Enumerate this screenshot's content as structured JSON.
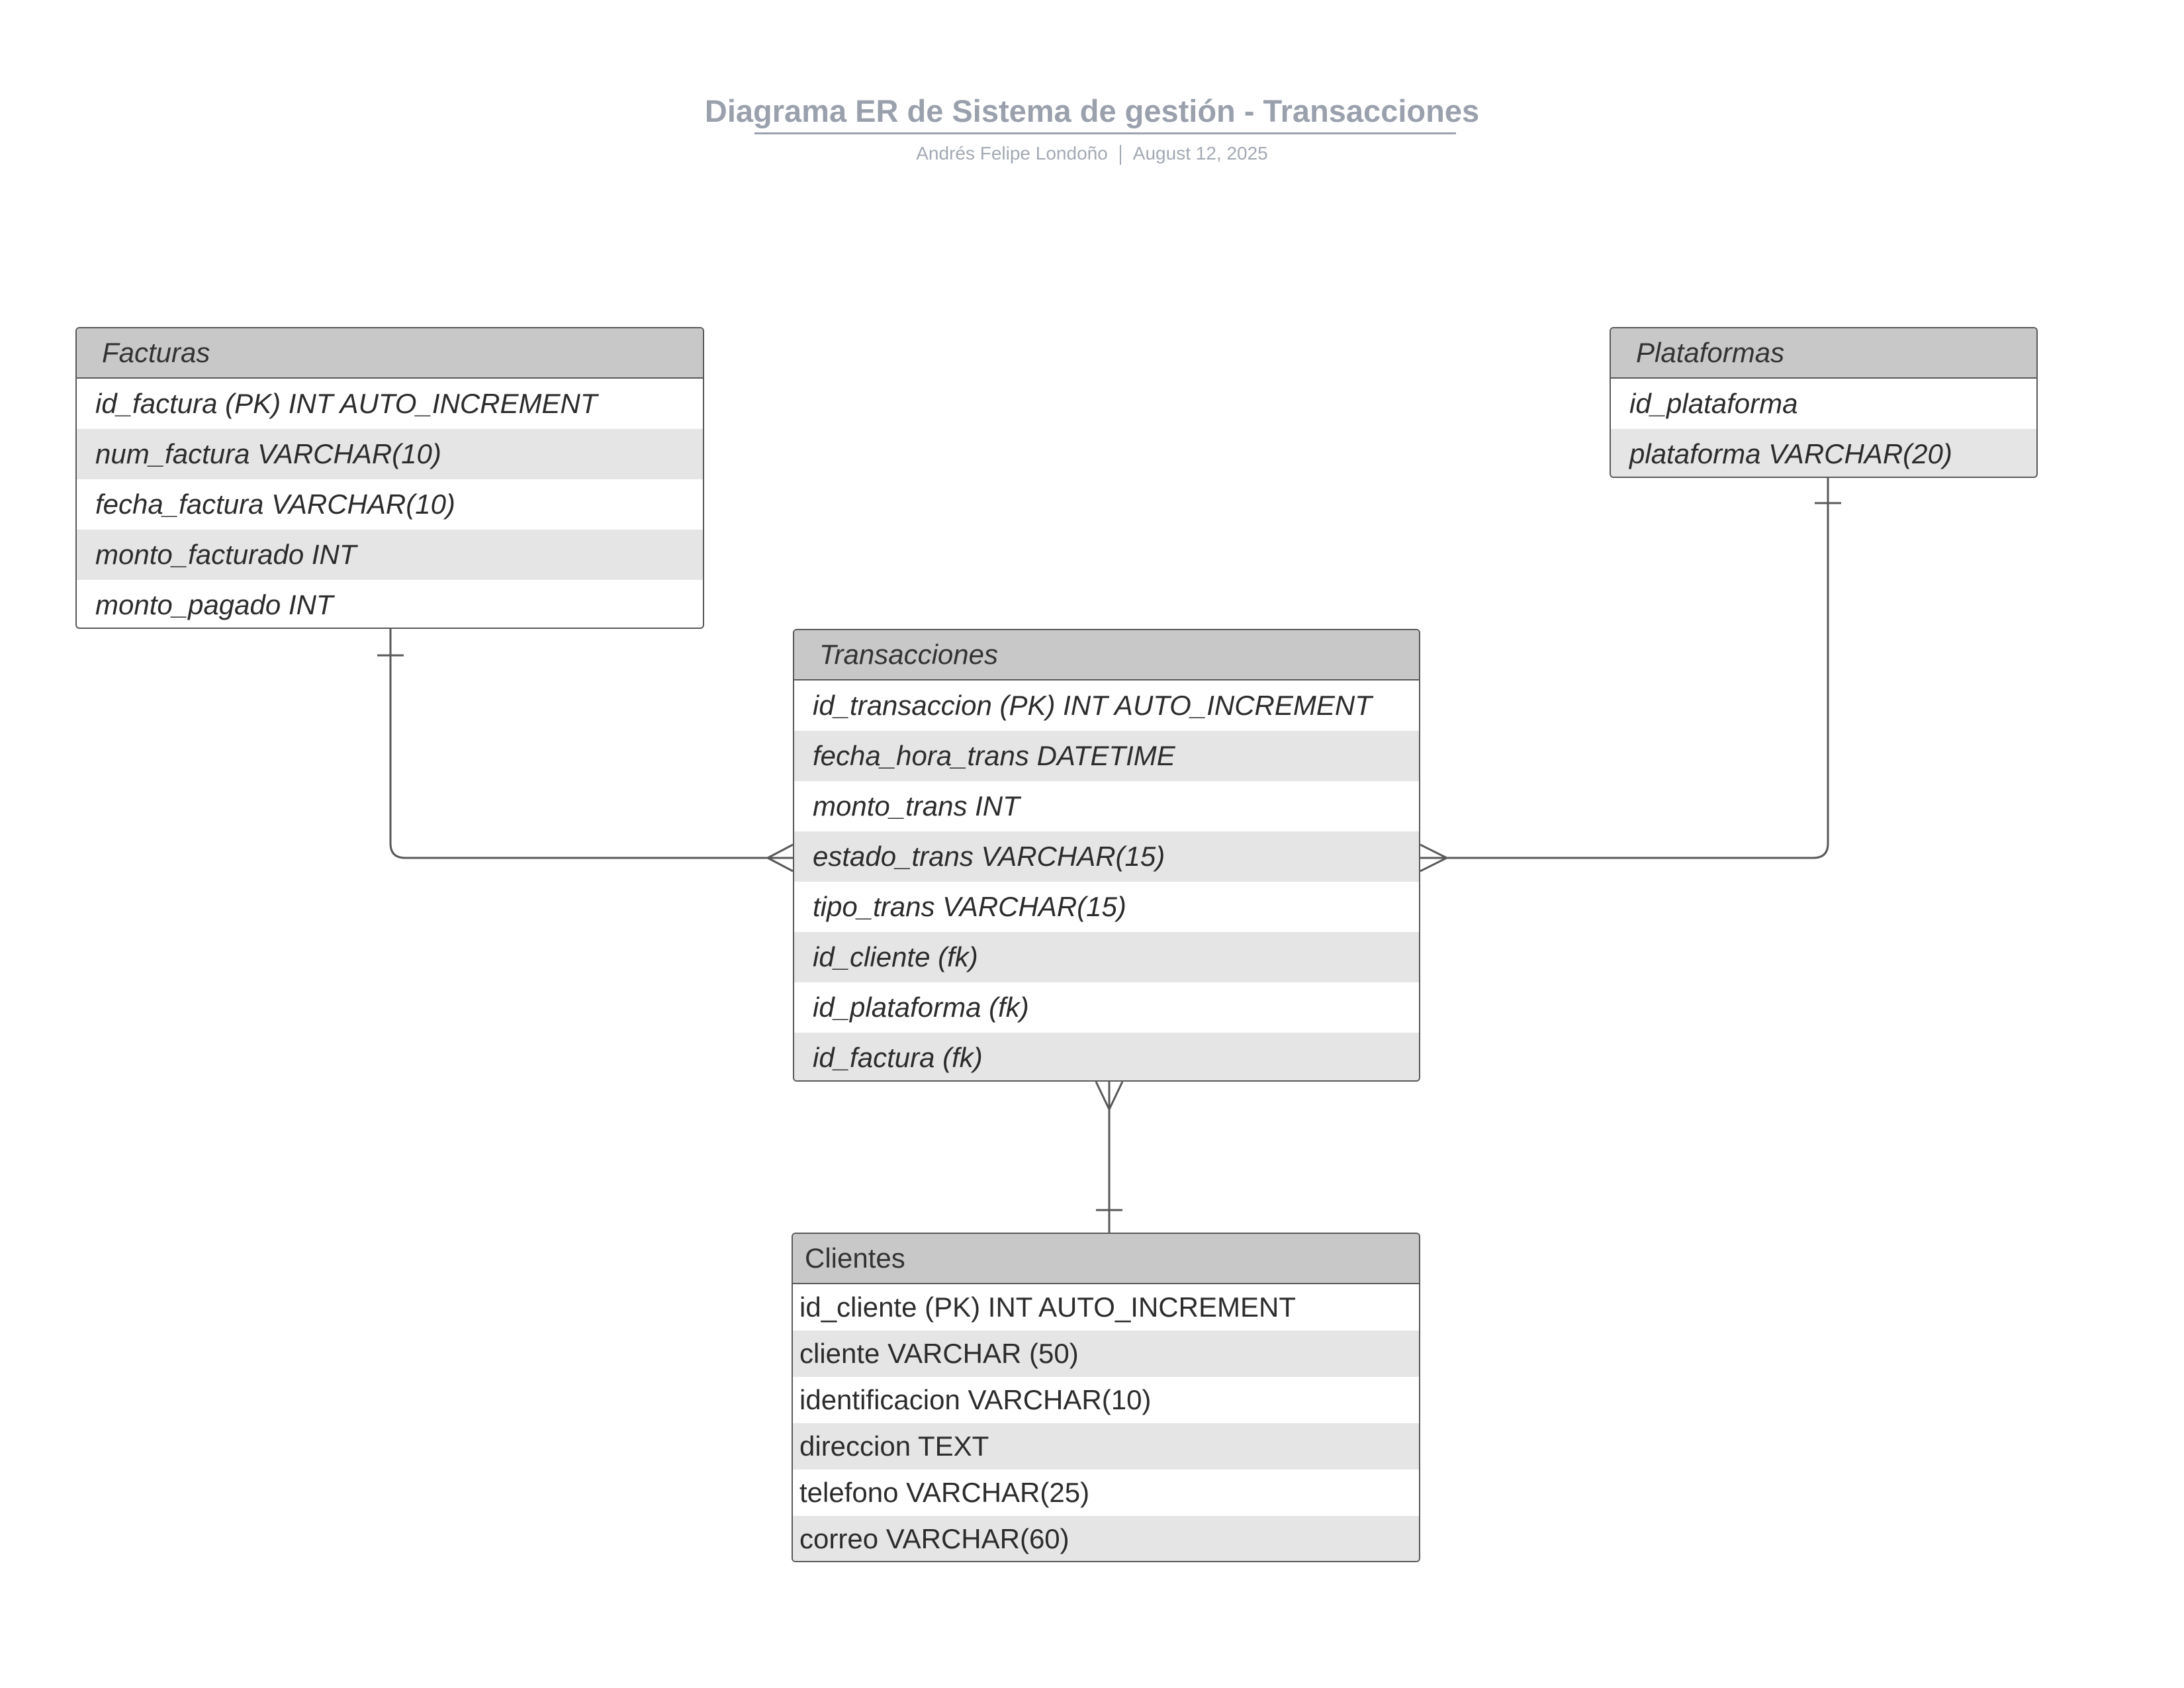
{
  "title": "Diagrama ER de Sistema de gestión - Transacciones",
  "author": "Andrés Felipe Londoño",
  "date": "August 12, 2025",
  "entities": {
    "facturas": {
      "name": "Facturas",
      "fields": [
        "id_factura (PK) INT AUTO_INCREMENT",
        "num_factura VARCHAR(10)",
        "fecha_factura VARCHAR(10)",
        "monto_facturado INT",
        "monto_pagado INT"
      ]
    },
    "plataformas": {
      "name": "Plataformas",
      "fields": [
        "id_plataforma",
        "plataforma VARCHAR(20)"
      ]
    },
    "transacciones": {
      "name": "Transacciones",
      "fields": [
        "id_transaccion (PK) INT AUTO_INCREMENT",
        "fecha_hora_trans DATETIME",
        "monto_trans INT",
        "estado_trans VARCHAR(15)",
        "tipo_trans VARCHAR(15)",
        "id_cliente (fk)",
        "id_plataforma (fk)",
        "id_factura (fk)"
      ]
    },
    "clientes": {
      "name": "Clientes",
      "fields": [
        "id_cliente (PK) INT AUTO_INCREMENT",
        "cliente VARCHAR (50)",
        "identificacion VARCHAR(10)",
        "direccion TEXT",
        "telefono VARCHAR(25)",
        "correo VARCHAR(60)"
      ]
    }
  },
  "relationships": [
    {
      "from": "facturas",
      "from_cardinality": "one",
      "to": "transacciones",
      "to_cardinality": "many"
    },
    {
      "from": "plataformas",
      "from_cardinality": "one",
      "to": "transacciones",
      "to_cardinality": "many"
    },
    {
      "from": "clientes",
      "from_cardinality": "one",
      "to": "transacciones",
      "to_cardinality": "many"
    }
  ],
  "colors": {
    "header_fill": "#c8c8c8",
    "alt_row_fill": "#e5e5e5",
    "border": "#595959",
    "title": "#9aa1ad"
  }
}
